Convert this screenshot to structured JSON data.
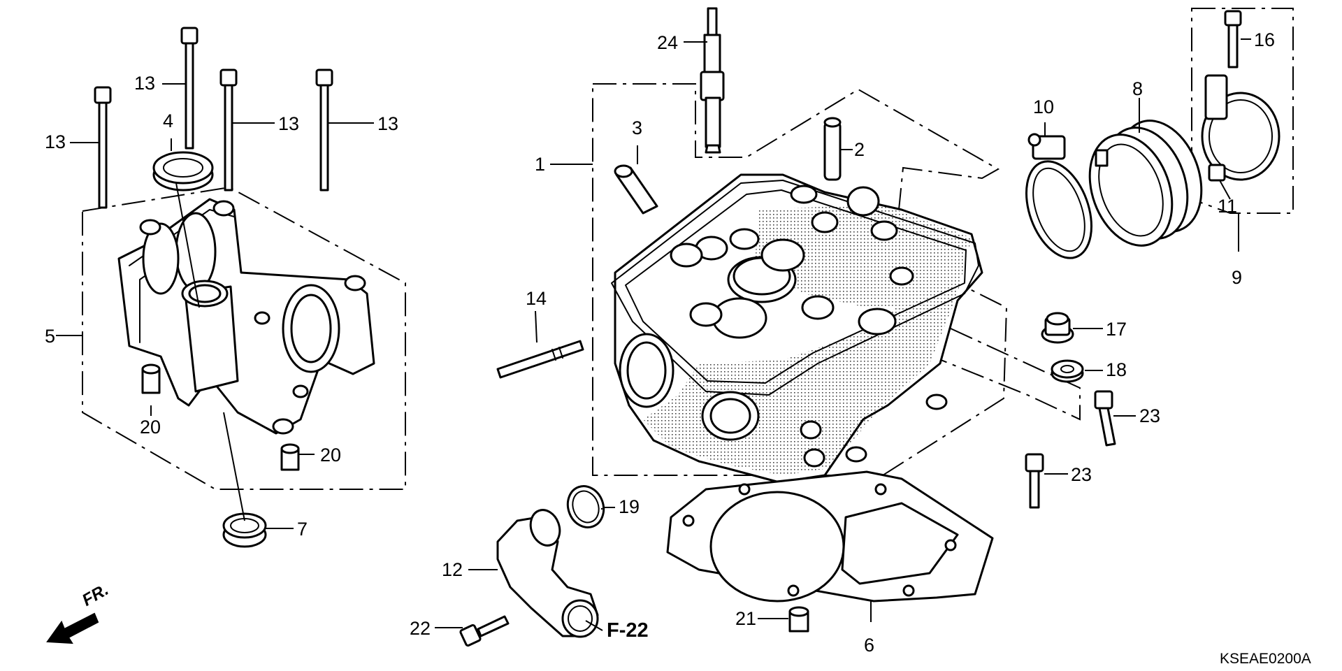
{
  "diagram": {
    "part_numbers": [
      "1",
      "2",
      "3",
      "4",
      "5",
      "6",
      "7",
      "8",
      "9",
      "10",
      "11",
      "12",
      "13",
      "14",
      "16",
      "17",
      "18",
      "19",
      "20",
      "21",
      "22",
      "23",
      "24"
    ],
    "callouts": {
      "c1": "1",
      "c2": "2",
      "c3": "3",
      "c4": "4",
      "c5": "5",
      "c6": "6",
      "c7": "7",
      "c8": "8",
      "c9": "9",
      "c10": "10",
      "c11": "11",
      "c12": "12",
      "c13a": "13",
      "c13b": "13",
      "c13c": "13",
      "c13d": "13",
      "c14": "14",
      "c16": "16",
      "c17": "17",
      "c18": "18",
      "c19": "19",
      "c20a": "20",
      "c20b": "20",
      "c21": "21",
      "c22": "22",
      "c23a": "23",
      "c23b": "23",
      "c24": "24"
    },
    "reference": "F-22",
    "front_marker": "FR.",
    "drawing_code": "KSEAE0200A"
  },
  "colors": {
    "line": "#000000",
    "background": "#ffffff",
    "shading": "#000000"
  }
}
